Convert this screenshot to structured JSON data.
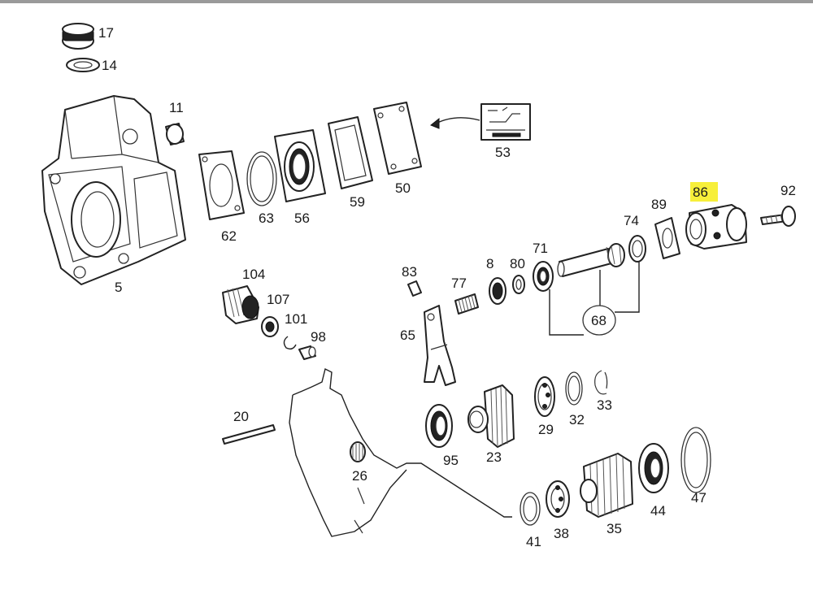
{
  "highlight_color": "#f7ef3a",
  "labels": {
    "p17": "17",
    "p14": "14",
    "p11": "11",
    "p5": "5",
    "p62": "62",
    "p63": "63",
    "p56": "56",
    "p59": "59",
    "p50": "50",
    "p53": "53",
    "p86": "86",
    "p92": "92",
    "p89": "89",
    "p74": "74",
    "p71": "71",
    "p80": "80",
    "p8": "8",
    "p77": "77",
    "p83": "83",
    "p65": "65",
    "p68": "68",
    "p104": "104",
    "p107": "107",
    "p101": "101",
    "p98": "98",
    "p20": "20",
    "p26": "26",
    "p95": "95",
    "p23": "23",
    "p29": "29",
    "p32": "32",
    "p33": "33",
    "p41": "41",
    "p38": "38",
    "p35": "35",
    "p44": "44",
    "p47": "47"
  }
}
